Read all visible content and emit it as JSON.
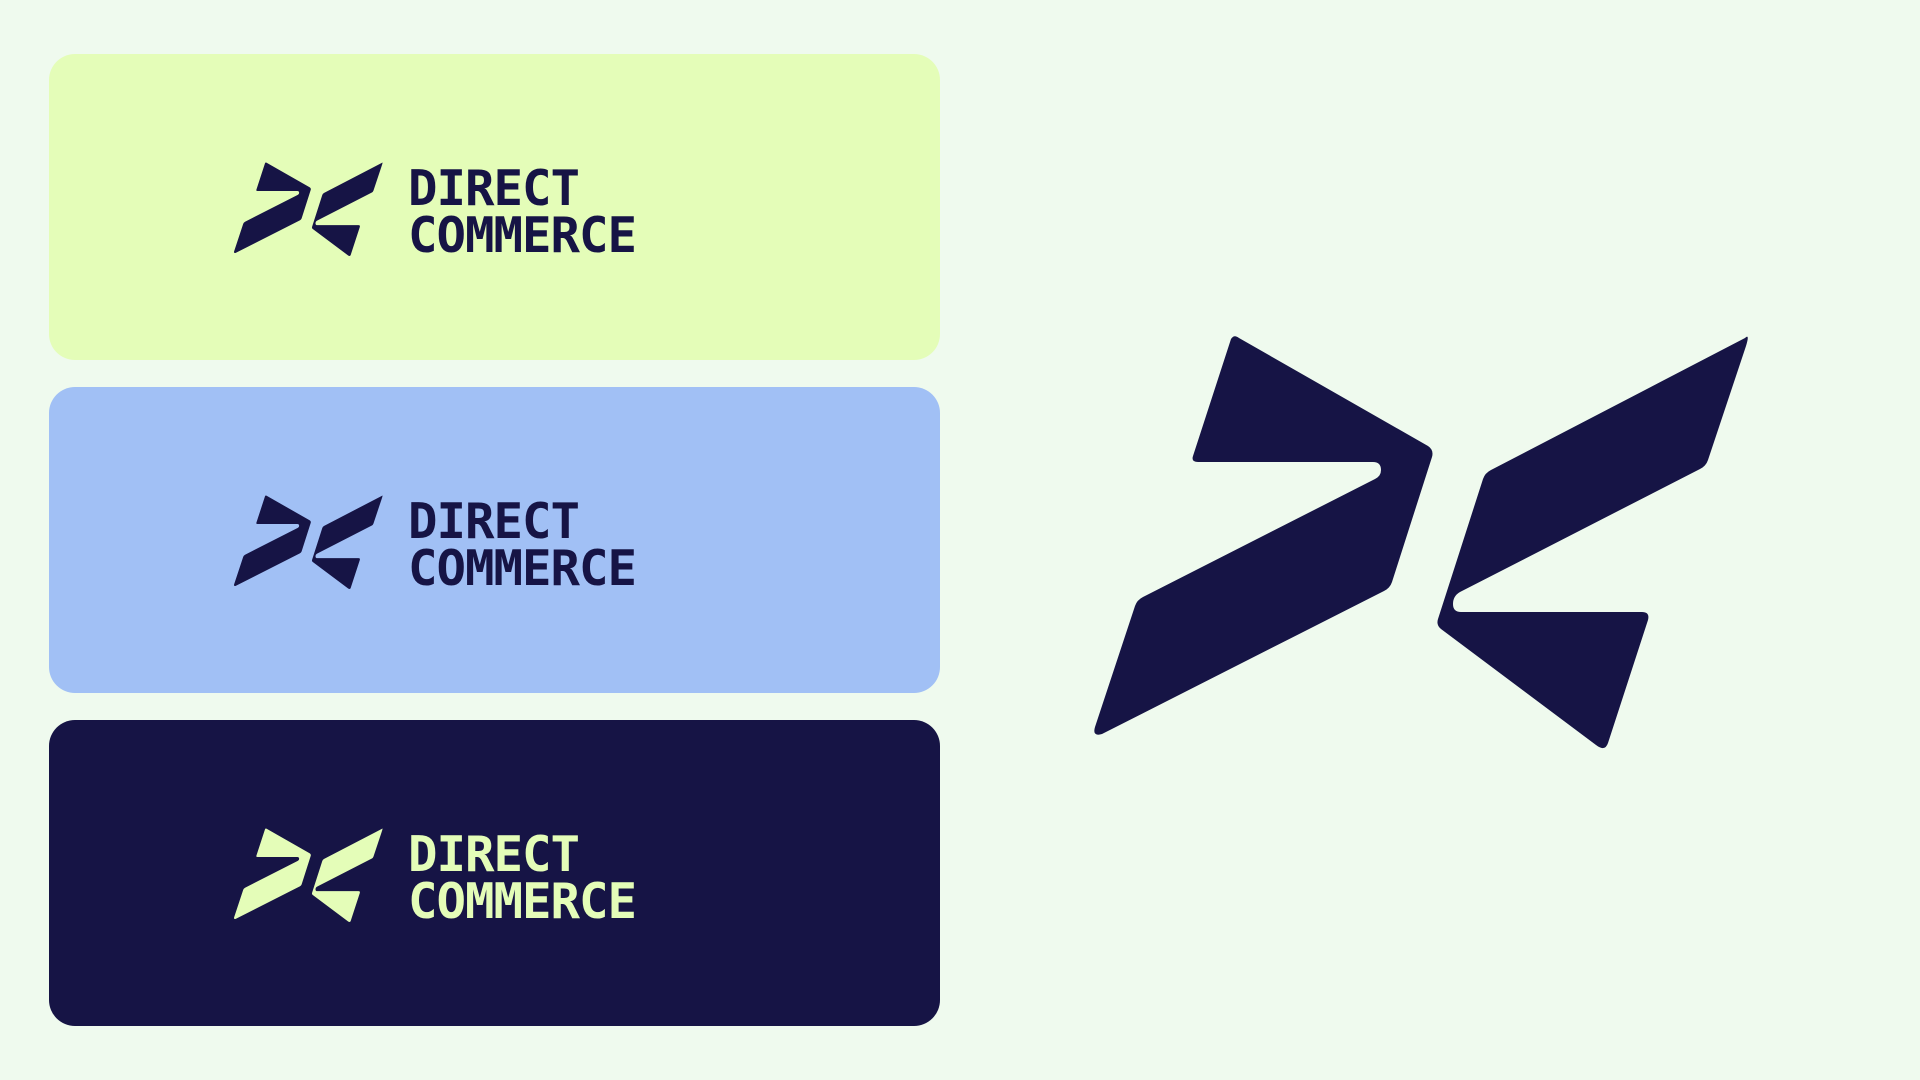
{
  "colors": {
    "background": "#EFFAEE",
    "lime": "#E4FDB8",
    "periwinkle": "#A1C0F5",
    "navy": "#161445"
  },
  "cards": [
    {
      "background": "#E4FDB8",
      "logo_color": "#161445",
      "wordmark": [
        "DIRECT",
        "COMMERCE"
      ]
    },
    {
      "background": "#A1C0F5",
      "logo_color": "#161445",
      "wordmark": [
        "DIRECT",
        "COMMERCE"
      ]
    },
    {
      "background": "#161445",
      "logo_color": "#E4FDB8",
      "wordmark": [
        "DIRECT",
        "COMMERCE"
      ]
    }
  ],
  "large_mark": {
    "icon": "direct-commerce-logo-mark-icon",
    "color": "#161445"
  }
}
